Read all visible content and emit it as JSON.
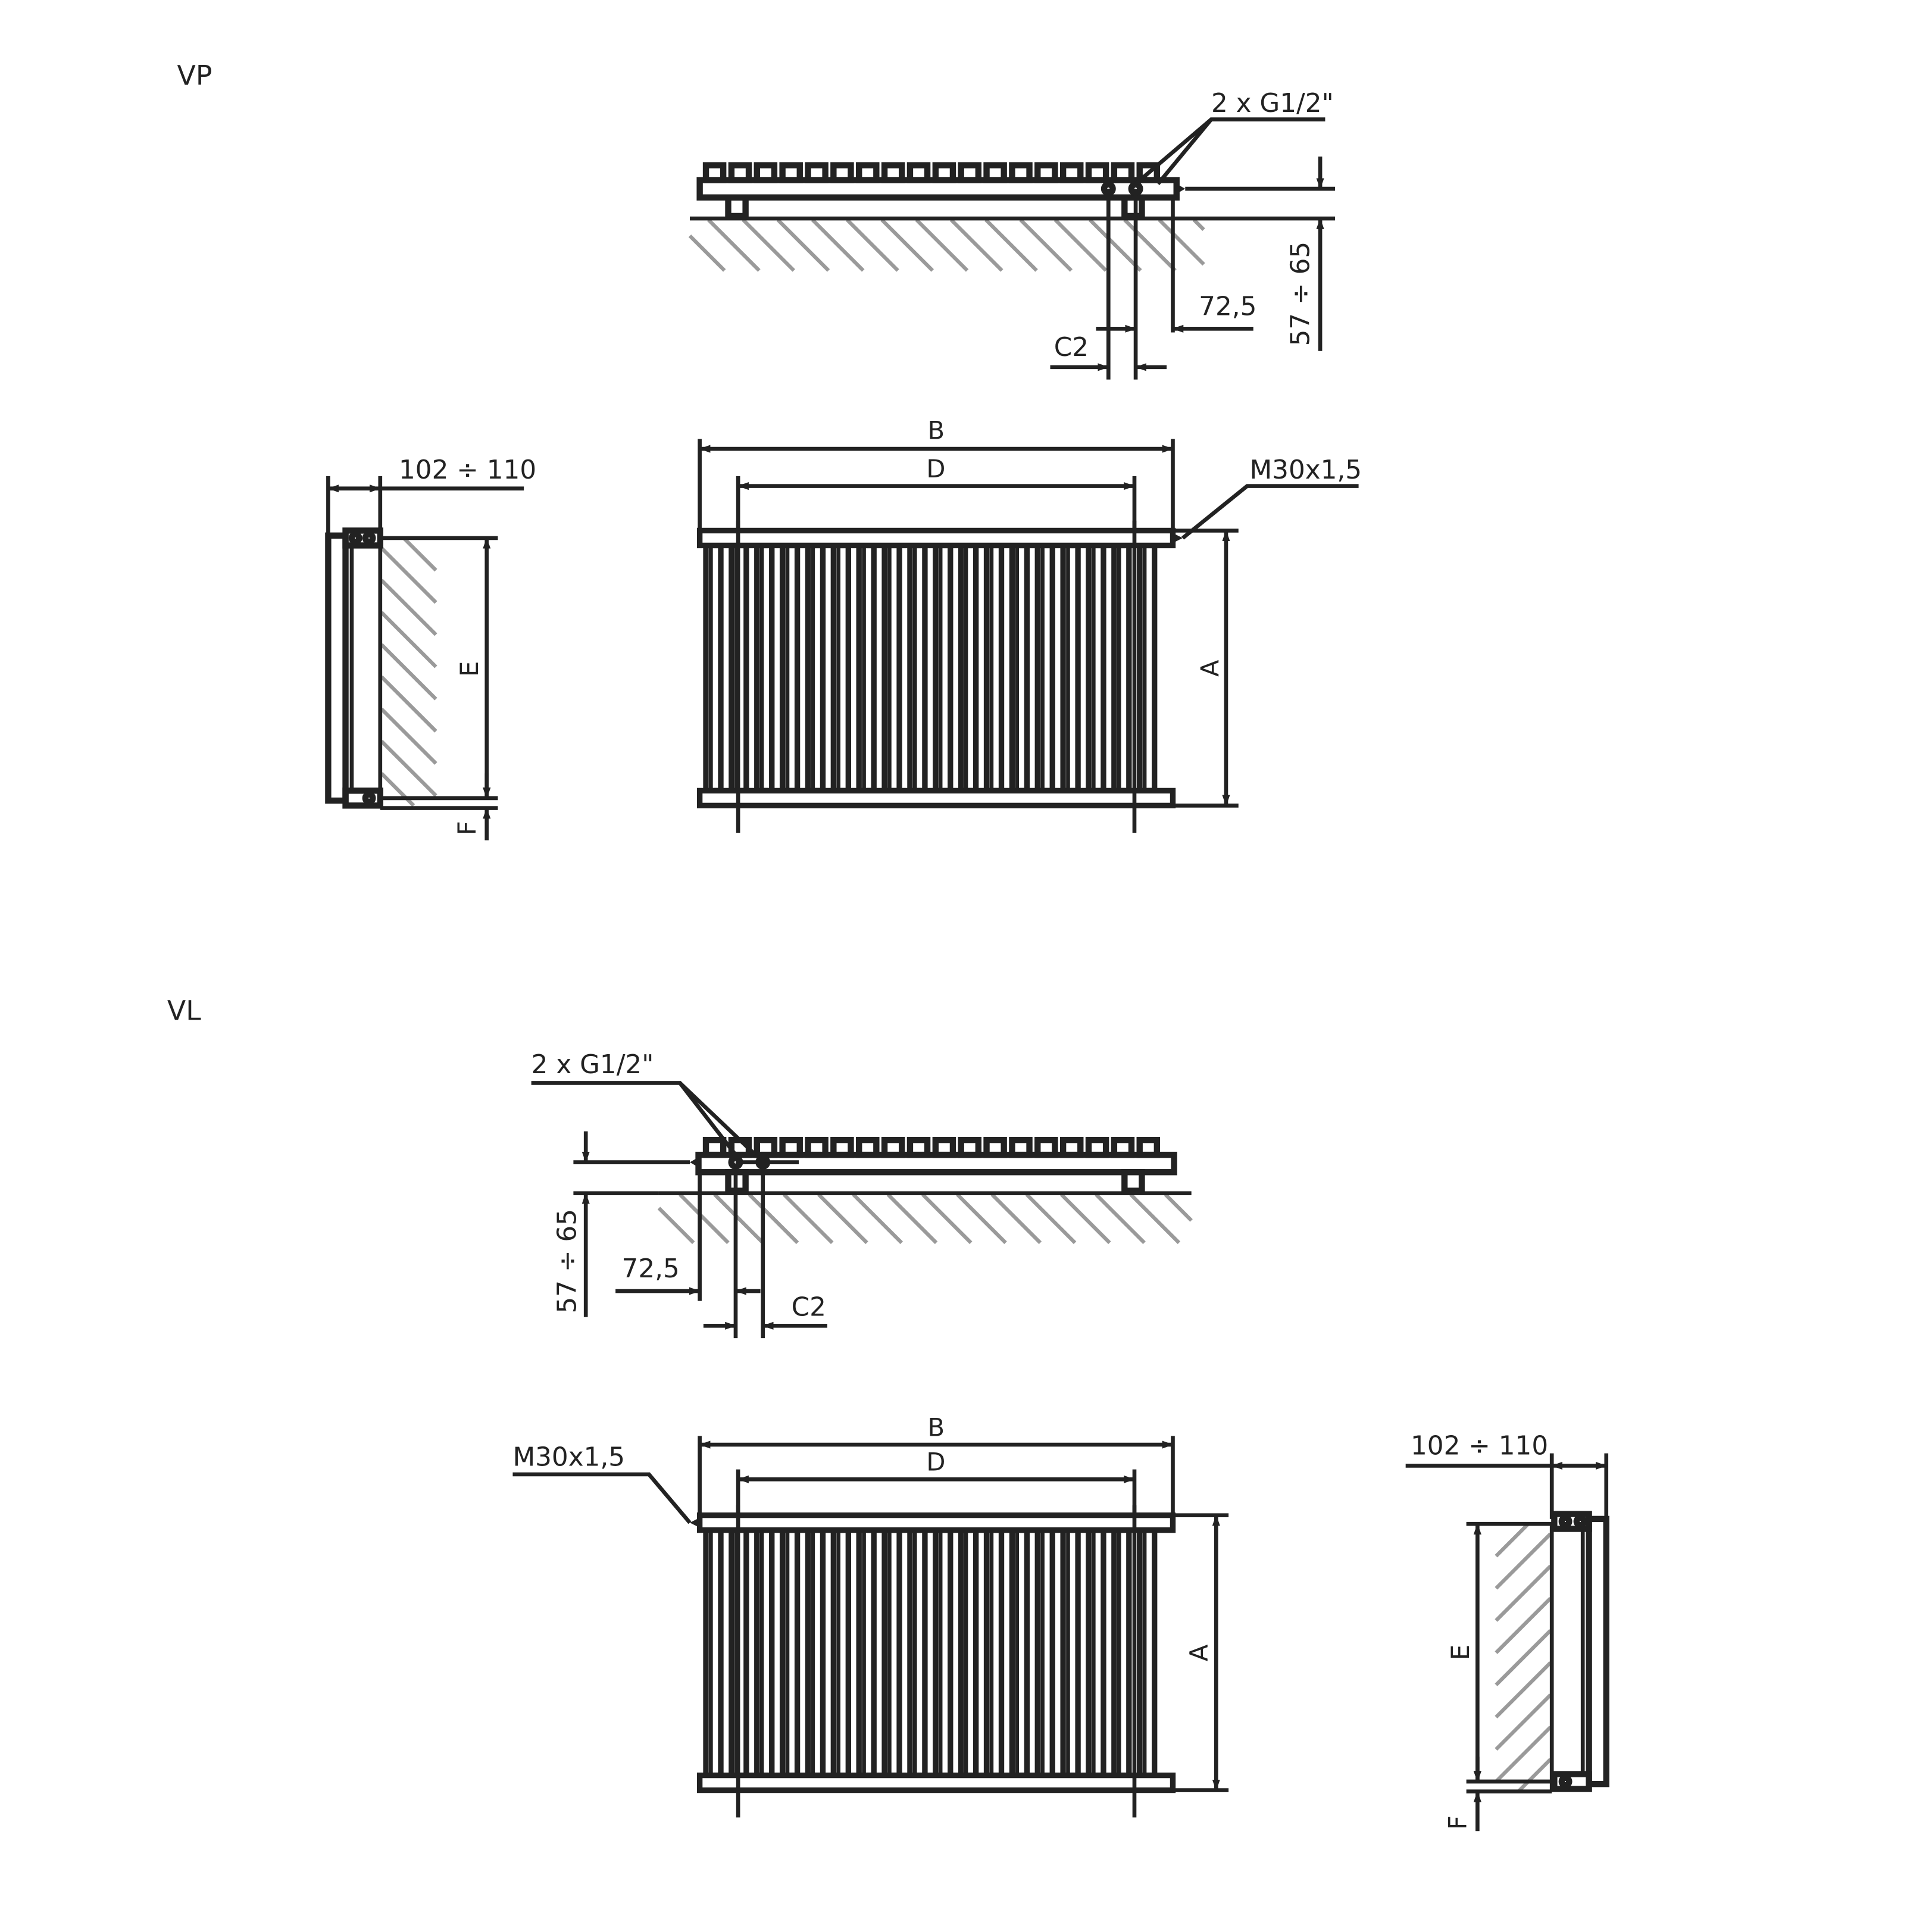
{
  "views": [
    {
      "id": "vp",
      "title": "VP",
      "labels": {
        "connection": "2 x G1/2\"",
        "wall_distance": "57 ÷ 65",
        "offset": "72,5",
        "spacing": "C2",
        "width_total": "B",
        "width_axes": "D",
        "thread": "M30x1,5",
        "height": "A",
        "depth": "102 ÷ 110",
        "height_axes": "E",
        "bottom": "F"
      }
    },
    {
      "id": "vl",
      "title": "VL",
      "labels": {
        "connection": "2 x G1/2\"",
        "wall_distance": "57 ÷ 65",
        "offset": "72,5",
        "spacing": "C2",
        "width_total": "B",
        "width_axes": "D",
        "thread": "M30x1,5",
        "height": "A",
        "depth": "102 ÷ 110",
        "height_axes": "E",
        "bottom": "F"
      }
    }
  ],
  "colors": {
    "line": "#222222",
    "hatch": "#9a9a9a",
    "background": "#ffffff"
  }
}
